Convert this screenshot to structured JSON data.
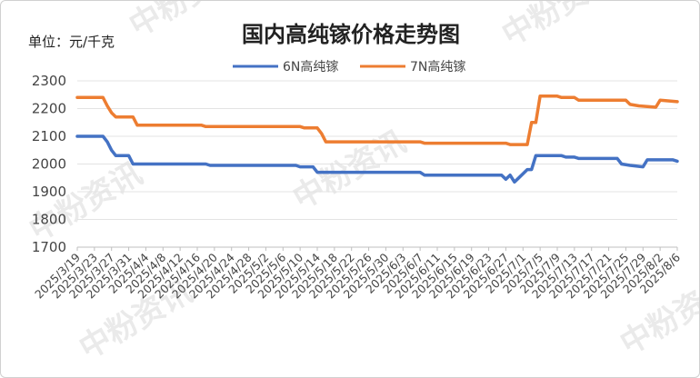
{
  "watermark": "中粉资讯",
  "chart_data": {
    "type": "line",
    "title": "国内高纯镓价格走势图",
    "ylabel": "单位：元/千克",
    "ylim": [
      1700,
      2300
    ],
    "yticks": [
      1700,
      1800,
      1900,
      2000,
      2100,
      2200,
      2300
    ],
    "xlim": [
      "2025/3/19",
      "2025/8/6"
    ],
    "xticks": [
      "2025/3/19",
      "2025/3/23",
      "2025/3/27",
      "2025/3/31",
      "2025/4/4",
      "2025/4/8",
      "2025/4/12",
      "2025/4/16",
      "2025/4/20",
      "2025/4/24",
      "2025/4/28",
      "2025/5/2",
      "2025/5/6",
      "2025/5/10",
      "2025/5/14",
      "2025/5/18",
      "2025/5/22",
      "2025/5/26",
      "2025/5/30",
      "2025/6/3",
      "2025/6/7",
      "2025/6/11",
      "2025/6/15",
      "2025/6/19",
      "2025/6/23",
      "2025/6/27",
      "2025/7/1",
      "2025/7/5",
      "2025/7/9",
      "2025/7/13",
      "2025/7/17",
      "2025/7/21",
      "2025/7/25",
      "2025/7/29",
      "2025/8/2",
      "2025/8/6"
    ],
    "grid": "horizontal",
    "legend": "top-center",
    "series": [
      {
        "name": "6N高纯镓",
        "color": "#4472C4",
        "points": [
          [
            "2025/3/19",
            2100
          ],
          [
            "2025/3/25",
            2100
          ],
          [
            "2025/3/26",
            2080
          ],
          [
            "2025/3/27",
            2050
          ],
          [
            "2025/3/28",
            2030
          ],
          [
            "2025/3/31",
            2030
          ],
          [
            "2025/4/1",
            2000
          ],
          [
            "2025/4/18",
            2000
          ],
          [
            "2025/4/19",
            1995
          ],
          [
            "2025/5/9",
            1995
          ],
          [
            "2025/5/10",
            1990
          ],
          [
            "2025/5/13",
            1990
          ],
          [
            "2025/5/14",
            1970
          ],
          [
            "2025/6/7",
            1970
          ],
          [
            "2025/6/8",
            1960
          ],
          [
            "2025/6/26",
            1960
          ],
          [
            "2025/6/27",
            1945
          ],
          [
            "2025/6/28",
            1960
          ],
          [
            "2025/6/29",
            1935
          ],
          [
            "2025/6/30",
            1950
          ],
          [
            "2025/7/2",
            1980
          ],
          [
            "2025/7/3",
            1980
          ],
          [
            "2025/7/4",
            2030
          ],
          [
            "2025/7/10",
            2030
          ],
          [
            "2025/7/11",
            2025
          ],
          [
            "2025/7/13",
            2025
          ],
          [
            "2025/7/14",
            2020
          ],
          [
            "2025/7/23",
            2020
          ],
          [
            "2025/7/24",
            2000
          ],
          [
            "2025/7/26",
            1995
          ],
          [
            "2025/7/29",
            1990
          ],
          [
            "2025/7/30",
            2015
          ],
          [
            "2025/8/5",
            2015
          ],
          [
            "2025/8/6",
            2010
          ]
        ]
      },
      {
        "name": "7N高纯镓",
        "color": "#ED7D31",
        "points": [
          [
            "2025/3/19",
            2240
          ],
          [
            "2025/3/25",
            2240
          ],
          [
            "2025/3/26",
            2210
          ],
          [
            "2025/3/27",
            2185
          ],
          [
            "2025/3/28",
            2170
          ],
          [
            "2025/4/1",
            2170
          ],
          [
            "2025/4/2",
            2140
          ],
          [
            "2025/4/17",
            2140
          ],
          [
            "2025/4/18",
            2135
          ],
          [
            "2025/5/10",
            2135
          ],
          [
            "2025/5/11",
            2130
          ],
          [
            "2025/5/14",
            2130
          ],
          [
            "2025/5/15",
            2110
          ],
          [
            "2025/5/16",
            2080
          ],
          [
            "2025/6/7",
            2080
          ],
          [
            "2025/6/8",
            2075
          ],
          [
            "2025/6/27",
            2075
          ],
          [
            "2025/6/28",
            2070
          ],
          [
            "2025/7/2",
            2070
          ],
          [
            "2025/7/3",
            2150
          ],
          [
            "2025/7/4",
            2150
          ],
          [
            "2025/7/5",
            2245
          ],
          [
            "2025/7/9",
            2245
          ],
          [
            "2025/7/10",
            2240
          ],
          [
            "2025/7/13",
            2240
          ],
          [
            "2025/7/14",
            2230
          ],
          [
            "2025/7/25",
            2230
          ],
          [
            "2025/7/26",
            2215
          ],
          [
            "2025/7/28",
            2210
          ],
          [
            "2025/8/1",
            2205
          ],
          [
            "2025/8/2",
            2230
          ],
          [
            "2025/8/6",
            2225
          ]
        ]
      }
    ]
  }
}
